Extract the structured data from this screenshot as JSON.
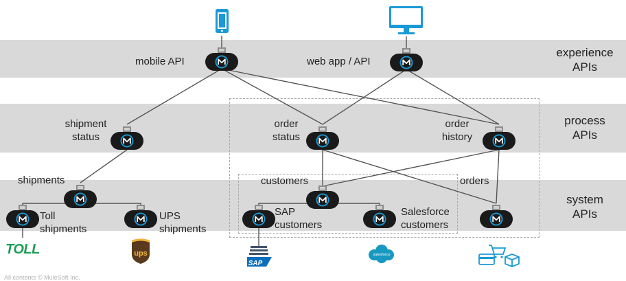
{
  "tiers": {
    "experience": [
      "experience",
      "APIs"
    ],
    "process": [
      "process",
      "APIs"
    ],
    "system": [
      "system",
      "APIs"
    ]
  },
  "nodes": {
    "mobile_api": "mobile API",
    "web_app_api": "web app / API",
    "shipment_status": [
      "shipment",
      "status"
    ],
    "order_status": [
      "order",
      "status"
    ],
    "order_history": [
      "order",
      "history"
    ],
    "shipments": "shipments",
    "customers": "customers",
    "orders": "orders",
    "toll_shipments": [
      "Toll",
      "shipments"
    ],
    "ups_shipments": [
      "UPS",
      "shipments"
    ],
    "sap_customers": [
      "SAP",
      "customers"
    ],
    "salesforce_customers": [
      "Salesforce",
      "customers"
    ]
  },
  "logos": {
    "toll": "TOLL",
    "ups": "ups",
    "sap": "SAP",
    "salesforce": "salesforce"
  },
  "node_icon": "mulesoft-m-icon",
  "colors": {
    "band": "#d9d9d9",
    "node": "#1a1a1a",
    "node_badge": "#1a9ad6",
    "device": "#1a9ad6",
    "toll": "#1f9d55",
    "ups": "#5a3a1e",
    "ups_gold": "#f2b53a",
    "sap": "#0a6ebd",
    "salesforce": "#1798c1"
  },
  "footer": "All contents © MuleSoft Inc."
}
